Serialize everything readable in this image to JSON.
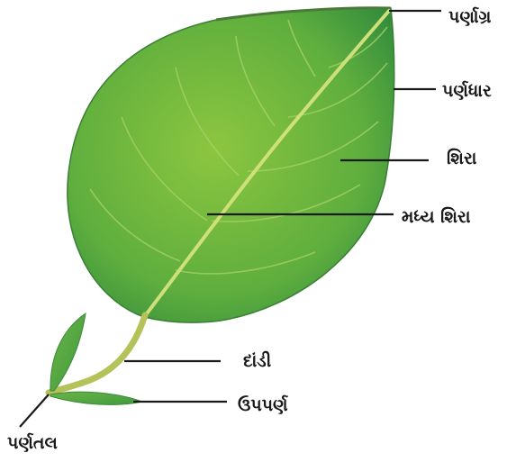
{
  "diagram": {
    "labels": {
      "apex": "પર્ણાગ્ર",
      "margin": "પર્ણધાર",
      "vein": "શિરા",
      "midrib": "મધ્ય શિરા",
      "petiole": "દાંડી",
      "stipule": "ઉપપર્ણ",
      "leaf_base": "પર્ણતલ"
    },
    "colors": {
      "leaf_light": "#8cc63f",
      "leaf_dark": "#2f8a3c",
      "midrib": "#cfe07a",
      "petiole": "#b5c25a",
      "line": "#1a1a1a"
    }
  }
}
